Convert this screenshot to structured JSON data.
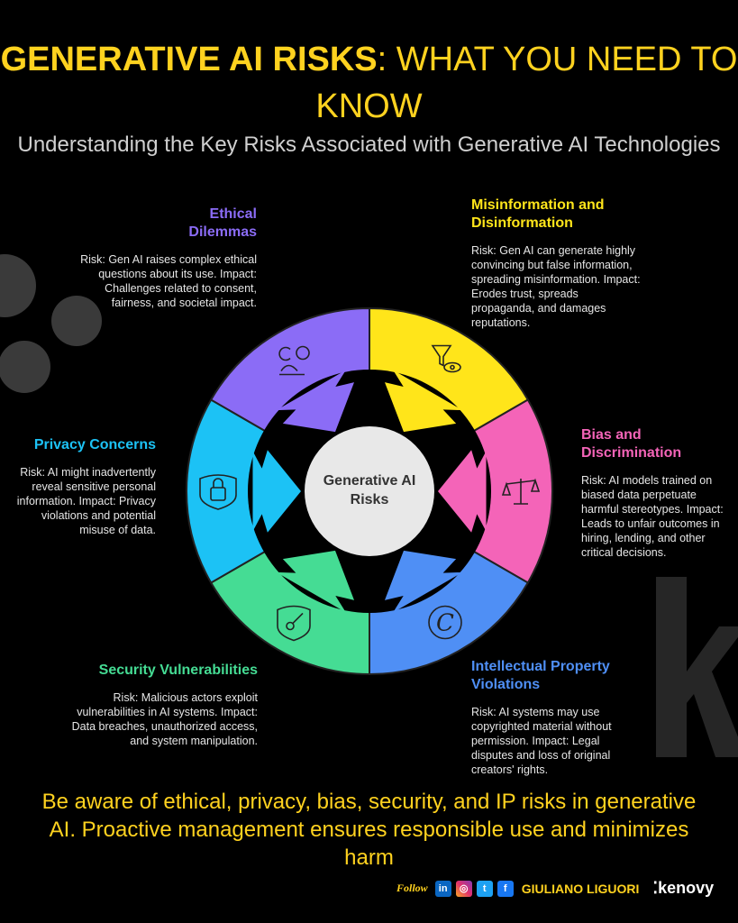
{
  "title": {
    "bold": "GENERATIVE AI RISKS",
    "rest": ": WHAT YOU NEED TO KNOW"
  },
  "subtitle": "Understanding the Key Risks Associated with Generative AI Technologies",
  "center_label": "Generative AI Risks",
  "risks": [
    {
      "title": "Misinformation and Disinformation",
      "text": "Risk: Gen AI can generate highly convincing but false information, spreading misinformation. Impact: Erodes trust, spreads propaganda, and damages reputations.",
      "color": "#FFE51A",
      "icon": "funnel-eye-icon"
    },
    {
      "title": "Bias and Discrimination",
      "text": "Risk: AI models trained on biased data perpetuate harmful stereotypes. Impact: Leads to unfair outcomes in hiring, lending, and other critical decisions.",
      "color": "#F464B8",
      "icon": "scales-icon"
    },
    {
      "title": "Intellectual Property Violations",
      "text": "Risk: AI systems may use copyrighted material without permission. Impact: Legal disputes and loss of original creators' rights.",
      "color": "#4F8FF5",
      "icon": "copyright-icon"
    },
    {
      "title": "Security Vulnerabilities",
      "text": "Risk: Malicious actors exploit vulnerabilities in AI systems. Impact: Data breaches, unauthorized access, and system manipulation.",
      "color": "#45DC94",
      "icon": "shield-key-icon"
    },
    {
      "title": "Privacy Concerns",
      "text": "Risk: AI might inadvertently reveal sensitive personal information. Impact: Privacy violations and potential misuse of data.",
      "color": "#1CC2F5",
      "icon": "shield-lock-icon"
    },
    {
      "title": "Ethical Dilemmas",
      "text": "Risk: Gen AI raises complex ethical questions about its use. Impact: Challenges related to consent, fairness, and societal impact.",
      "color": "#8B6CF6",
      "icon": "person-ethics-icon"
    }
  ],
  "conclusion": "Be aware of ethical, privacy, bias, security, and IP risks in generative AI. Proactive management ensures responsible use and minimizes harm",
  "footer": {
    "follow": "Follow",
    "social": [
      "in",
      "◎",
      "t",
      "f"
    ],
    "author": "GIULIANO LIGUORI",
    "brand": "kenovy"
  }
}
